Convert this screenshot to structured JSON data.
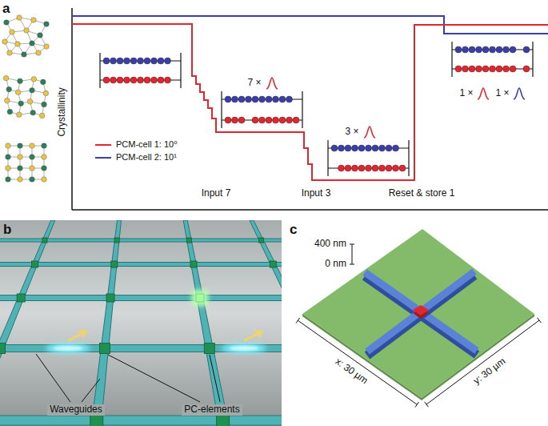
{
  "diagram": {
    "labels": [
      "a",
      "Crystallinity",
      "7 ×",
      "3 ×",
      "1 ×",
      "1 ×",
      "Input 7",
      "Input 3",
      "Reset & store 1",
      "b",
      "Waveguides",
      "PC-elements",
      "c",
      "400 nm",
      "0 nm",
      "x: 30 µm",
      "y: 30 µm"
    ],
    "legend": [
      {
        "text": "PCM-cell 1: 10⁰"
      },
      {
        "text": "PCM-cell 2: 10¹"
      }
    ]
  }
}
